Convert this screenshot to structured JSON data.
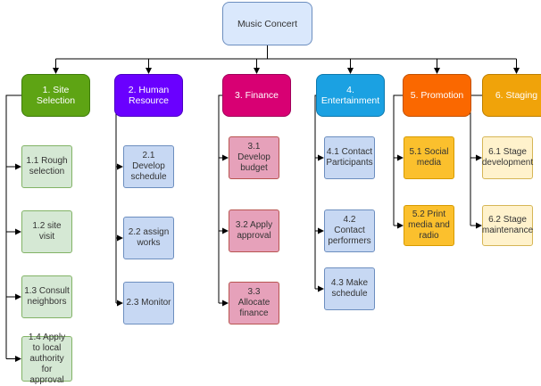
{
  "root": {
    "label": "Music Concert"
  },
  "categories": [
    {
      "label": "1. Site Selection",
      "children": [
        "1.1 Rough selection",
        "1.2 site visit",
        "1.3 Consult neighbors",
        "1.4 Apply to local authority for approval"
      ]
    },
    {
      "label": "2. Human Resource",
      "children": [
        "2.1 Develop schedule",
        "2.2 assign works",
        "2.3 Monitor"
      ]
    },
    {
      "label": "3. Finance",
      "children": [
        "3.1 Develop budget",
        "3.2 Apply approval",
        "3.3 Allocate finance"
      ]
    },
    {
      "label": "4. Entertainment",
      "children": [
        "4.1 Contact Participants",
        "4.2 Contact performers",
        "4.3 Make schedule"
      ]
    },
    {
      "label": "5. Promotion",
      "children": [
        "5.1 Social media",
        "5.2 Print media and radio"
      ]
    },
    {
      "label": "6. Staging",
      "children": [
        "6.1 Stage development",
        "6.2 Stage maintenance"
      ]
    }
  ],
  "colors": {
    "root_fill": "#dae8fc",
    "site_selection": "#5ea414",
    "human_resource": "#6a00ff",
    "finance": "#d80073",
    "entertainment": "#1ba1e2",
    "promotion": "#fa6800",
    "staging": "#f0a30a",
    "child_green": "#d5e8d4",
    "child_blue": "#c7d8f3",
    "child_pink": "#e6a1ba",
    "child_orange": "#fbc02d",
    "child_yellow": "#fff2cc",
    "connector": "#000000"
  }
}
